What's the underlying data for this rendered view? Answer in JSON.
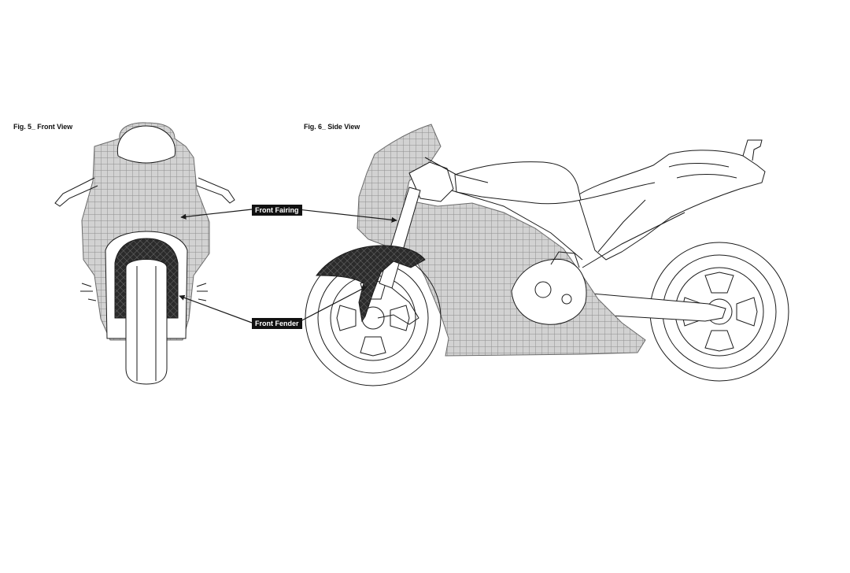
{
  "figures": {
    "front_caption": "Fig. 5_ Front View",
    "side_caption": "Fig. 6_ Side View"
  },
  "callouts": {
    "front_fairing": "Front Fairing",
    "front_fender": "Front Fender"
  },
  "colors": {
    "fairing_mesh": "#9a9a9a",
    "fender_carbon": "#2b2b2b",
    "line_art": "#1a1a1a",
    "label_bg": "#111111"
  }
}
